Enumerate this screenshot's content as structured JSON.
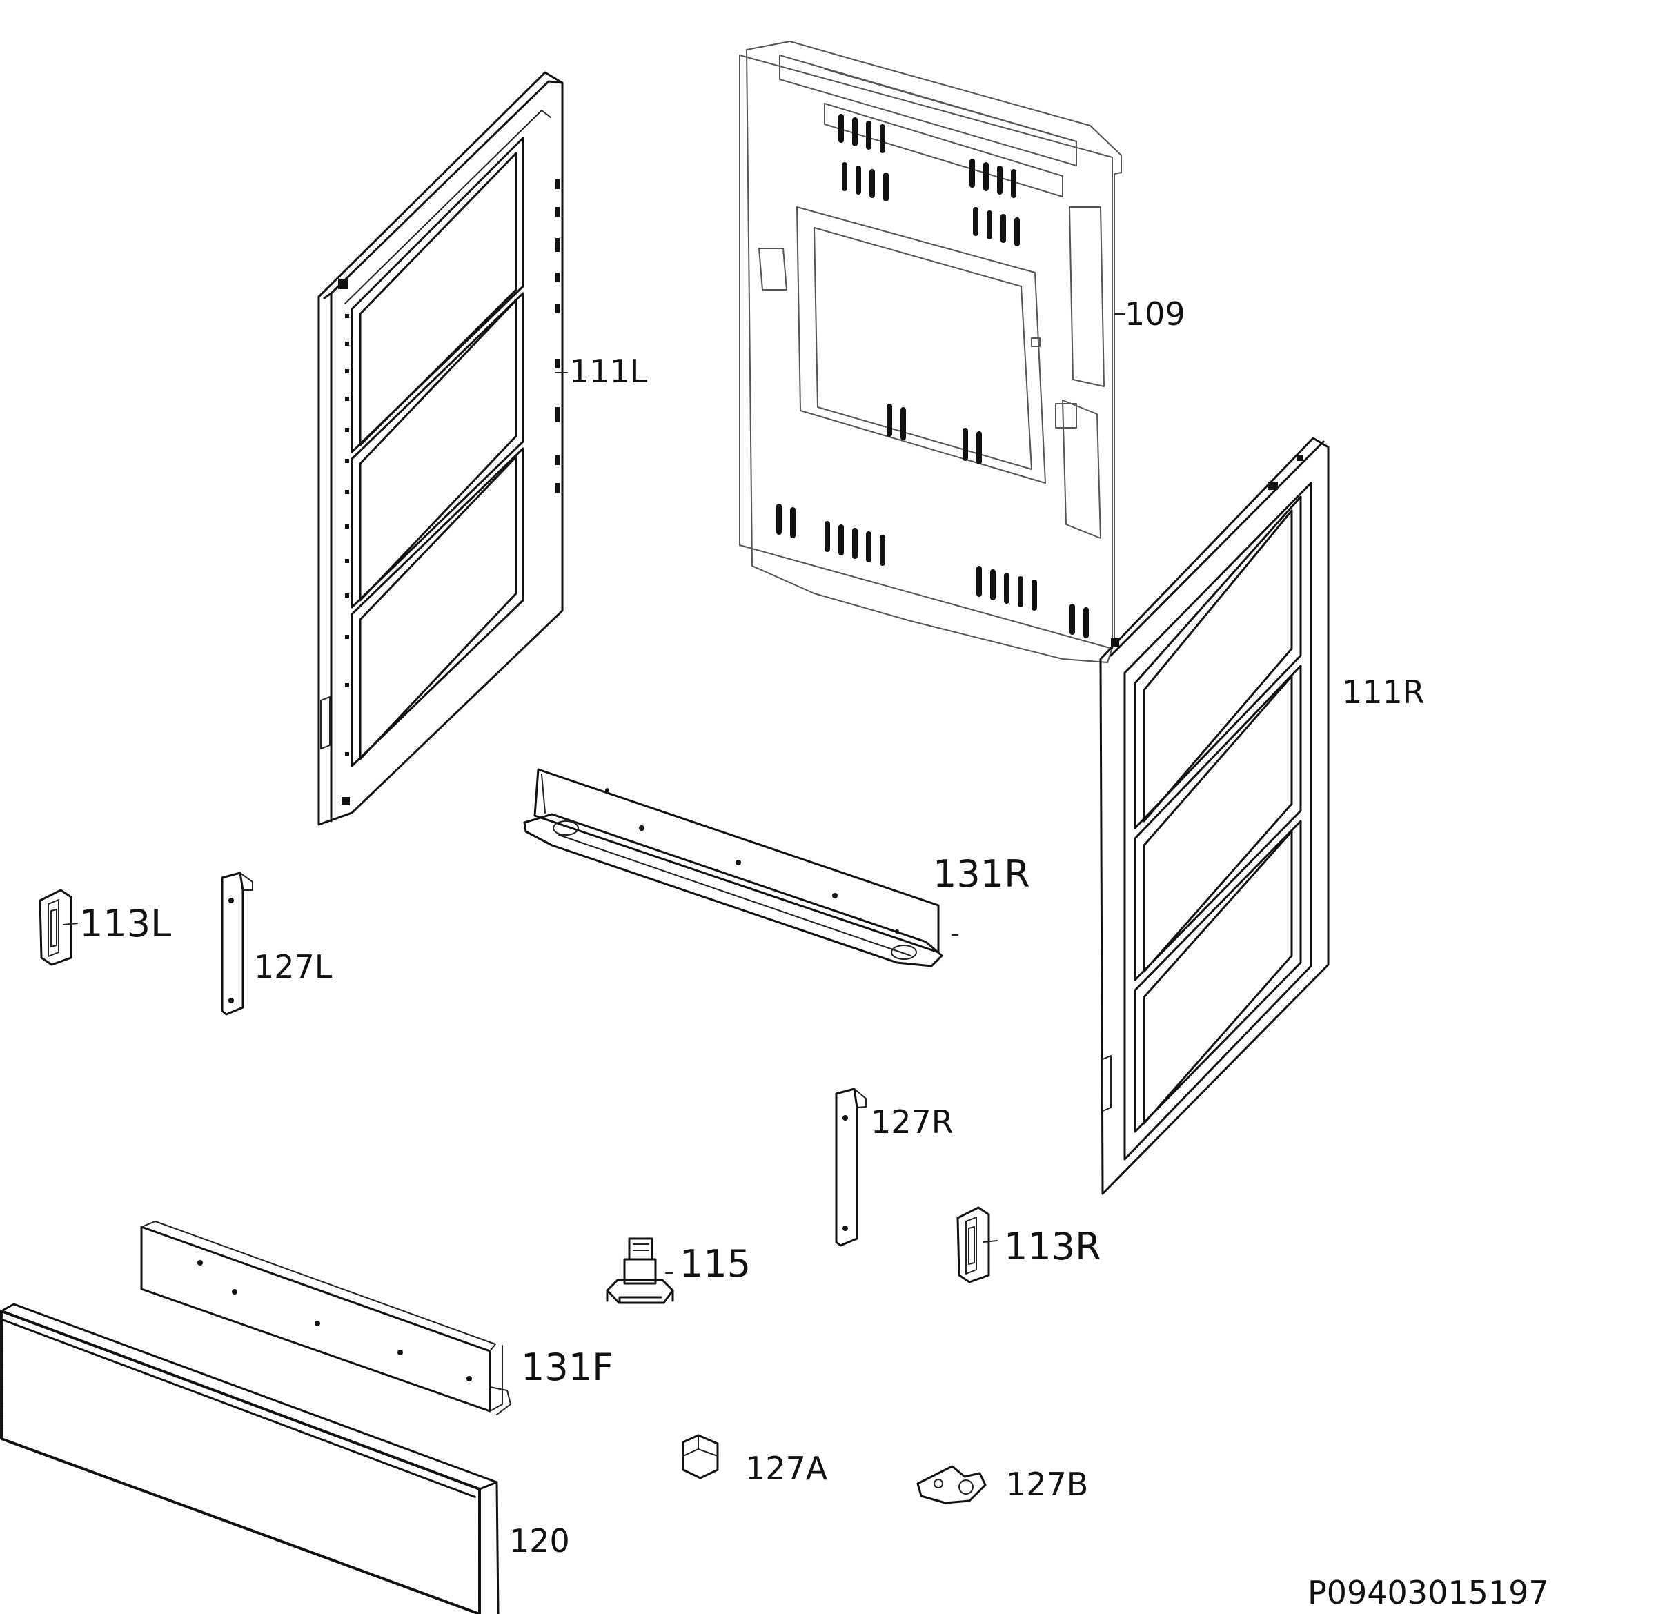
{
  "diagram": {
    "drawing_number": "P09403015197",
    "parts": [
      {
        "id": "p109",
        "label": "109"
      },
      {
        "id": "p111L",
        "label": "111L"
      },
      {
        "id": "p111R",
        "label": "111R"
      },
      {
        "id": "p131R",
        "label": "131R"
      },
      {
        "id": "p113L",
        "label": "113L"
      },
      {
        "id": "p127L",
        "label": "127L"
      },
      {
        "id": "p127R",
        "label": "127R"
      },
      {
        "id": "p115",
        "label": "115"
      },
      {
        "id": "p113R",
        "label": "113R"
      },
      {
        "id": "p131F",
        "label": "131F"
      },
      {
        "id": "p127A",
        "label": "127A"
      },
      {
        "id": "p127B",
        "label": "127B"
      },
      {
        "id": "p120",
        "label": "120"
      }
    ]
  }
}
